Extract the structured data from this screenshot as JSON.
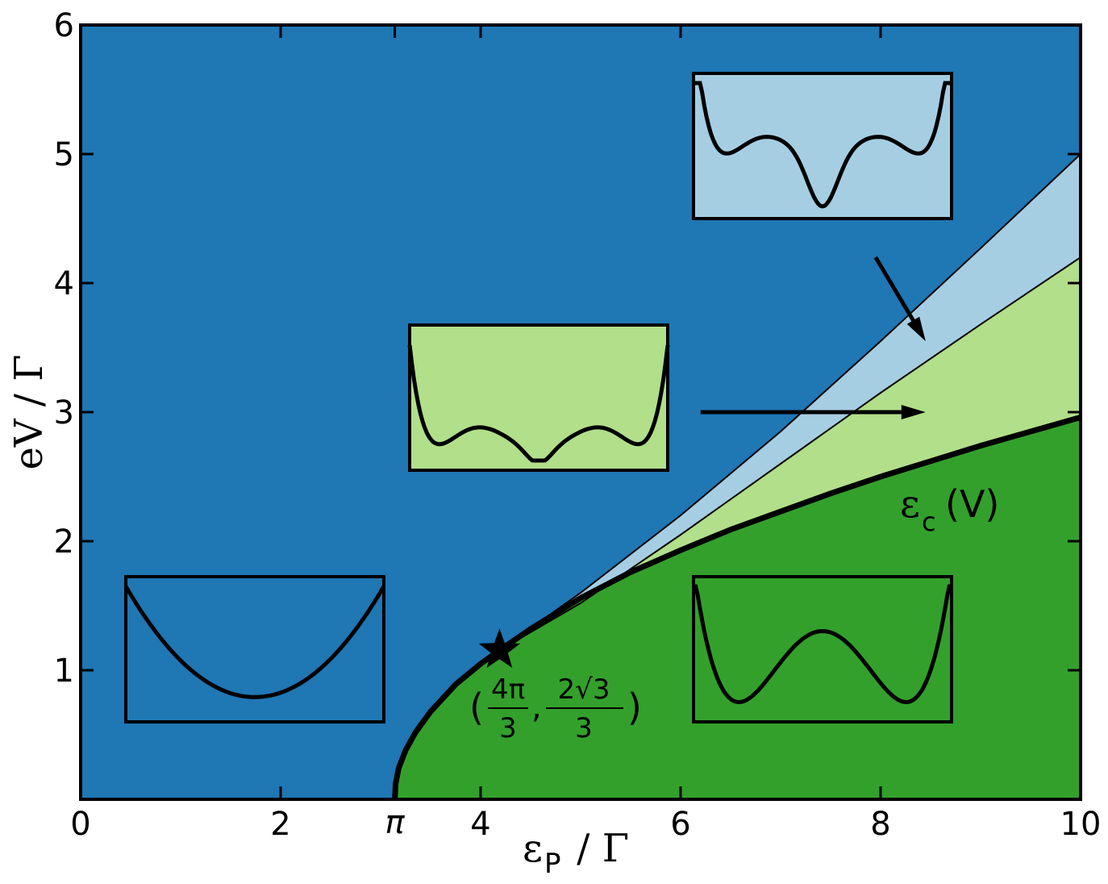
{
  "chart_data": {
    "type": "area",
    "xlabel": {
      "main": "ε",
      "sub": "P",
      "rest": " / Γ"
    },
    "ylabel": "eV / Γ",
    "xlim": [
      0,
      10
    ],
    "ylim": [
      0,
      6
    ],
    "xticks": [
      {
        "value": 0,
        "label": "0"
      },
      {
        "value": 2,
        "label": "2"
      },
      {
        "value": 3.14159,
        "label": "π"
      },
      {
        "value": 4,
        "label": "4"
      },
      {
        "value": 6,
        "label": "6"
      },
      {
        "value": 8,
        "label": "8"
      },
      {
        "value": 10,
        "label": "10"
      }
    ],
    "yticks": [
      {
        "value": 1,
        "label": "1"
      },
      {
        "value": 2,
        "label": "2"
      },
      {
        "value": 3,
        "label": "3"
      },
      {
        "value": 4,
        "label": "4"
      },
      {
        "value": 5,
        "label": "5"
      },
      {
        "value": 6,
        "label": "6"
      }
    ],
    "regions": [
      {
        "id": "one-minimum",
        "color": "#1f77b4"
      },
      {
        "id": "three-minima",
        "color": "#a6cee3",
        "upper_line": [
          [
            4.19,
            1.155
          ],
          [
            5,
            1.6
          ],
          [
            6,
            2.2
          ],
          [
            7,
            2.85
          ],
          [
            8,
            3.55
          ],
          [
            9,
            4.27
          ],
          [
            10,
            5.0
          ]
        ]
      },
      {
        "id": "two-minima-shallow",
        "color": "#b2df8a",
        "upper_line": [
          [
            4.19,
            1.155
          ],
          [
            5,
            1.52
          ],
          [
            6,
            2.05
          ],
          [
            7,
            2.6
          ],
          [
            8,
            3.15
          ],
          [
            9,
            3.68
          ],
          [
            10,
            4.2
          ]
        ]
      },
      {
        "id": "two-minima",
        "color": "#33a02c"
      }
    ],
    "critical_curve": {
      "label_main": "ε",
      "label_sub": "c",
      "label_rest": "(V)",
      "points": [
        [
          3.14159,
          0.0
        ],
        [
          3.15,
          0.12
        ],
        [
          3.18,
          0.24
        ],
        [
          3.25,
          0.38
        ],
        [
          3.35,
          0.52
        ],
        [
          3.5,
          0.68
        ],
        [
          3.75,
          0.89
        ],
        [
          4.0,
          1.05
        ],
        [
          4.19,
          1.155
        ],
        [
          4.5,
          1.32
        ],
        [
          5.0,
          1.56
        ],
        [
          5.5,
          1.76
        ],
        [
          6.0,
          1.93
        ],
        [
          6.5,
          2.09
        ],
        [
          7.0,
          2.23
        ],
        [
          7.5,
          2.37
        ],
        [
          8.0,
          2.5
        ],
        [
          8.5,
          2.62
        ],
        [
          9.0,
          2.74
        ],
        [
          9.5,
          2.85
        ],
        [
          10.0,
          2.96
        ]
      ]
    },
    "critical_point": {
      "x": 4.18879,
      "y": 1.1547,
      "label_x_num": "4π",
      "label_x_den": "3",
      "label_y_num": "2√3",
      "label_y_den": "3"
    },
    "arrows": [
      {
        "from": [
          7.95,
          4.2
        ],
        "to": [
          8.45,
          3.55
        ]
      },
      {
        "from": [
          6.2,
          3.0
        ],
        "to": [
          8.45,
          3.0
        ]
      }
    ],
    "insets": [
      {
        "id": "inset-single-well",
        "fill": "#1f77b4",
        "potential": "single-well"
      },
      {
        "id": "inset-shallow-triple",
        "fill": "#b2df8a",
        "potential": "two-deep-minima-shallow-center"
      },
      {
        "id": "inset-deep-center",
        "fill": "#a6cee3",
        "potential": "three-minima-deep-center"
      },
      {
        "id": "inset-double-well",
        "fill": "#33a02c",
        "potential": "double-well"
      }
    ]
  }
}
